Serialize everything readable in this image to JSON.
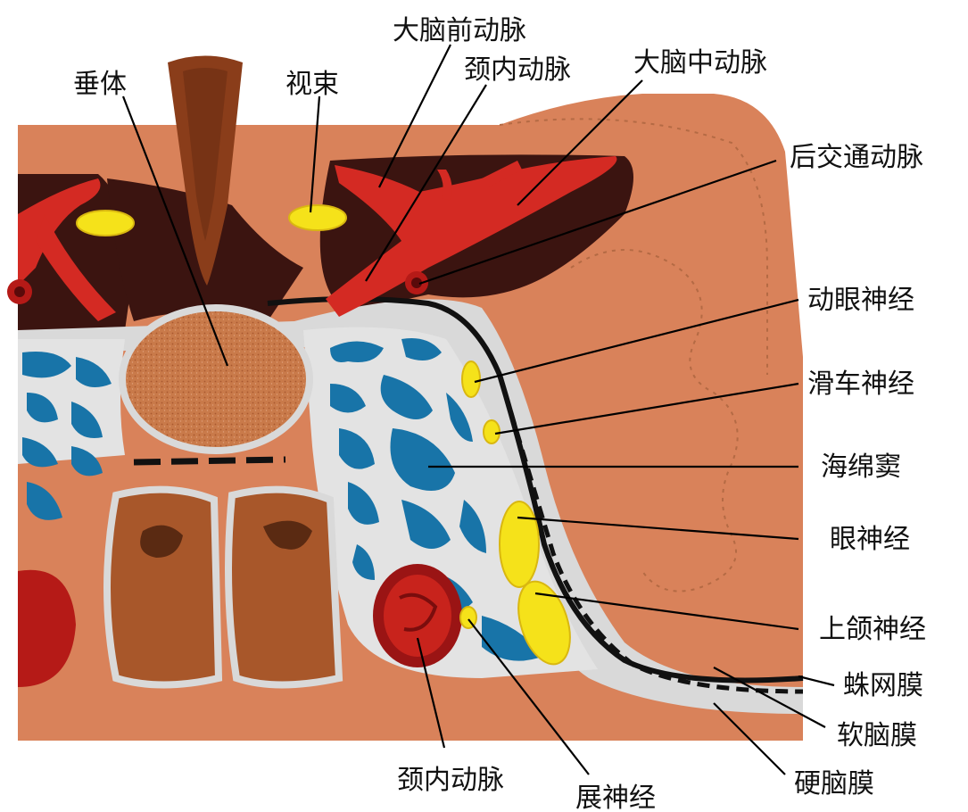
{
  "figure": {
    "labels": {
      "pituitary": "垂体",
      "optic_tract": "视束",
      "anterior_cerebral_artery": "大脑前动脉",
      "internal_carotid_artery_top": "颈内动脉",
      "middle_cerebral_artery": "大脑中动脉",
      "posterior_communicating_artery": "后交通动脉",
      "oculomotor_nerve": "动眼神经",
      "trochlear_nerve": "滑车神经",
      "cavernous_sinus": "海绵窦",
      "ophthalmic_nerve": "眼神经",
      "maxillary_nerve": "上颌神经",
      "arachnoid": "蛛网膜",
      "pia_mater": "软脑膜",
      "dura_mater": "硬脑膜",
      "internal_carotid_artery_bottom": "颈内动脉",
      "abducens_nerve": "展神经"
    },
    "colors": {
      "tissue": "#d9825a",
      "dark_space": "#3b1410",
      "artery": "#d42a23",
      "nerve": "#f5e21a",
      "sinus": "#1874a8",
      "meninges": "#d9d9d9",
      "bone": "#a8572a",
      "pituitary": "#c97a4a"
    }
  }
}
